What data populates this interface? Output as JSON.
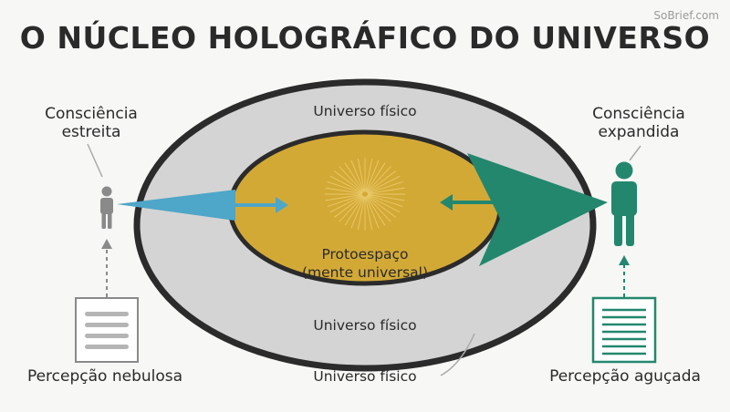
{
  "watermark": "SoBrief.com",
  "title": "O NÚCLEO HOLOGRÁFICO DO UNIVERSO",
  "rings": {
    "outer_top_label": "Universo físico",
    "outer_bottom_label": "Universo físico",
    "bottom_callout_label": "Universo físico",
    "core_label_line1": "Protoespaço",
    "core_label_line2": "(mente universal)"
  },
  "left": {
    "consciousness_line1": "Consciência",
    "consciousness_line2": "estreita",
    "perception": "Percepção nebulosa"
  },
  "right": {
    "consciousness_line1": "Consciência",
    "consciousness_line2": "expandida",
    "perception": "Percepção aguçada"
  },
  "colors": {
    "outer_ring": "#d4d4d4",
    "core": "#d3a936",
    "outline": "#2b2b2b",
    "blue_beam": "#4ea6c8",
    "teal_beam": "#23876e",
    "figure_left": "#8a8a8a",
    "figure_right": "#23876e"
  }
}
